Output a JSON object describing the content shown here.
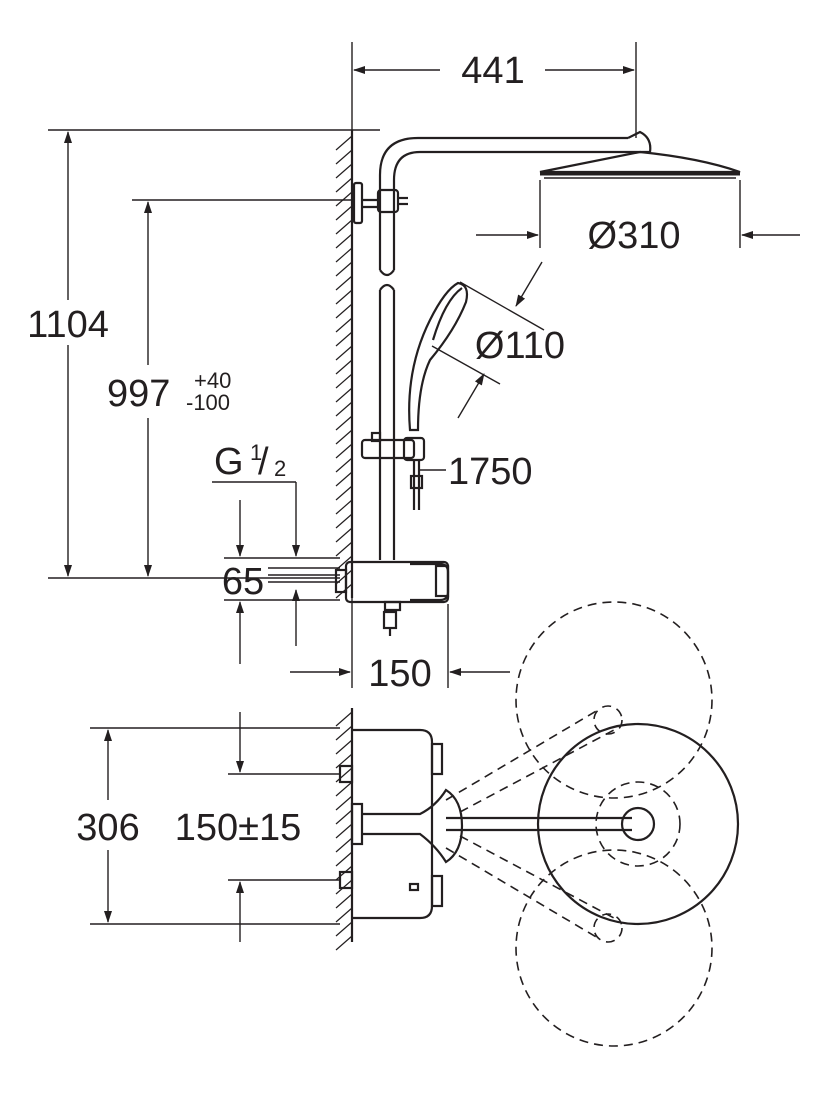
{
  "dimensions": {
    "arm_projection": "441",
    "head_diameter": "Ø310",
    "total_height": "1104",
    "bracket_height": "997",
    "bracket_tol_plus": "+40",
    "bracket_tol_minus": "-100",
    "thread_g": "G",
    "thread_num": "1",
    "thread_den": "2",
    "hand_diameter": "Ø110",
    "hose_length": "1750",
    "inlet_height": "65",
    "mixer_projection": "150",
    "plan_width": "306",
    "inlet_spacing": "150±15"
  }
}
